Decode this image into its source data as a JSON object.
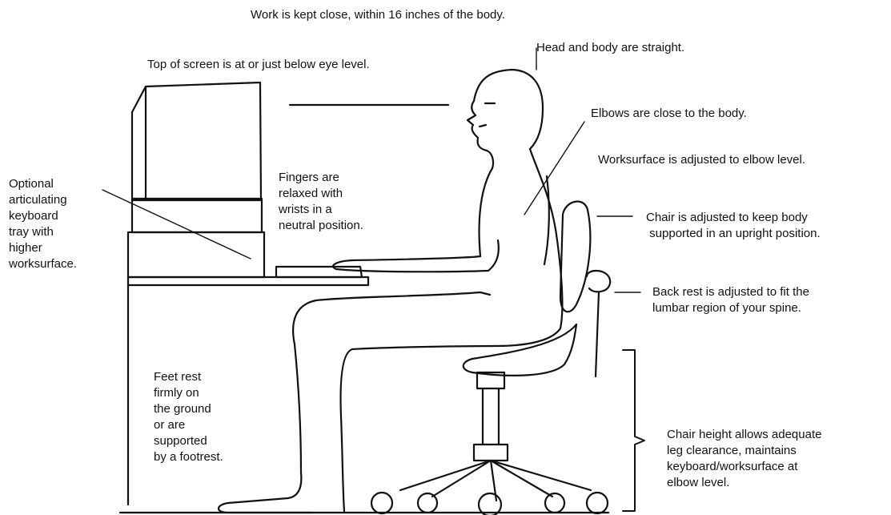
{
  "labels": {
    "work_close": "Work is kept close, within 16 inches of the body.",
    "head_body": "Head and body are straight.",
    "top_screen": "Top of screen is at or just below eye level.",
    "elbows": "Elbows are close to the body.",
    "worksurface": "Worksurface is adjusted to elbow level.",
    "chair_upright": "Chair is adjusted to keep body\n supported in an upright position.",
    "back_rest": "Back rest is adjusted to fit the\nlumbar region of your spine.",
    "keyboard_tray": "Optional\narticulating\nkeyboard\ntray with\nhigher\nworksurface.",
    "fingers": "Fingers are\nrelaxed with\nwrists in a\nneutral position.",
    "feet": "Feet rest\nfirmly on\nthe ground\nor are\nsupported\nby a footrest.",
    "chair_height": "Chair height allows adequate\nleg clearance, maintains\nkeyboard/worksurface at\nelbow level."
  },
  "colors": {
    "ink": "#111111",
    "background": "#ffffff"
  }
}
